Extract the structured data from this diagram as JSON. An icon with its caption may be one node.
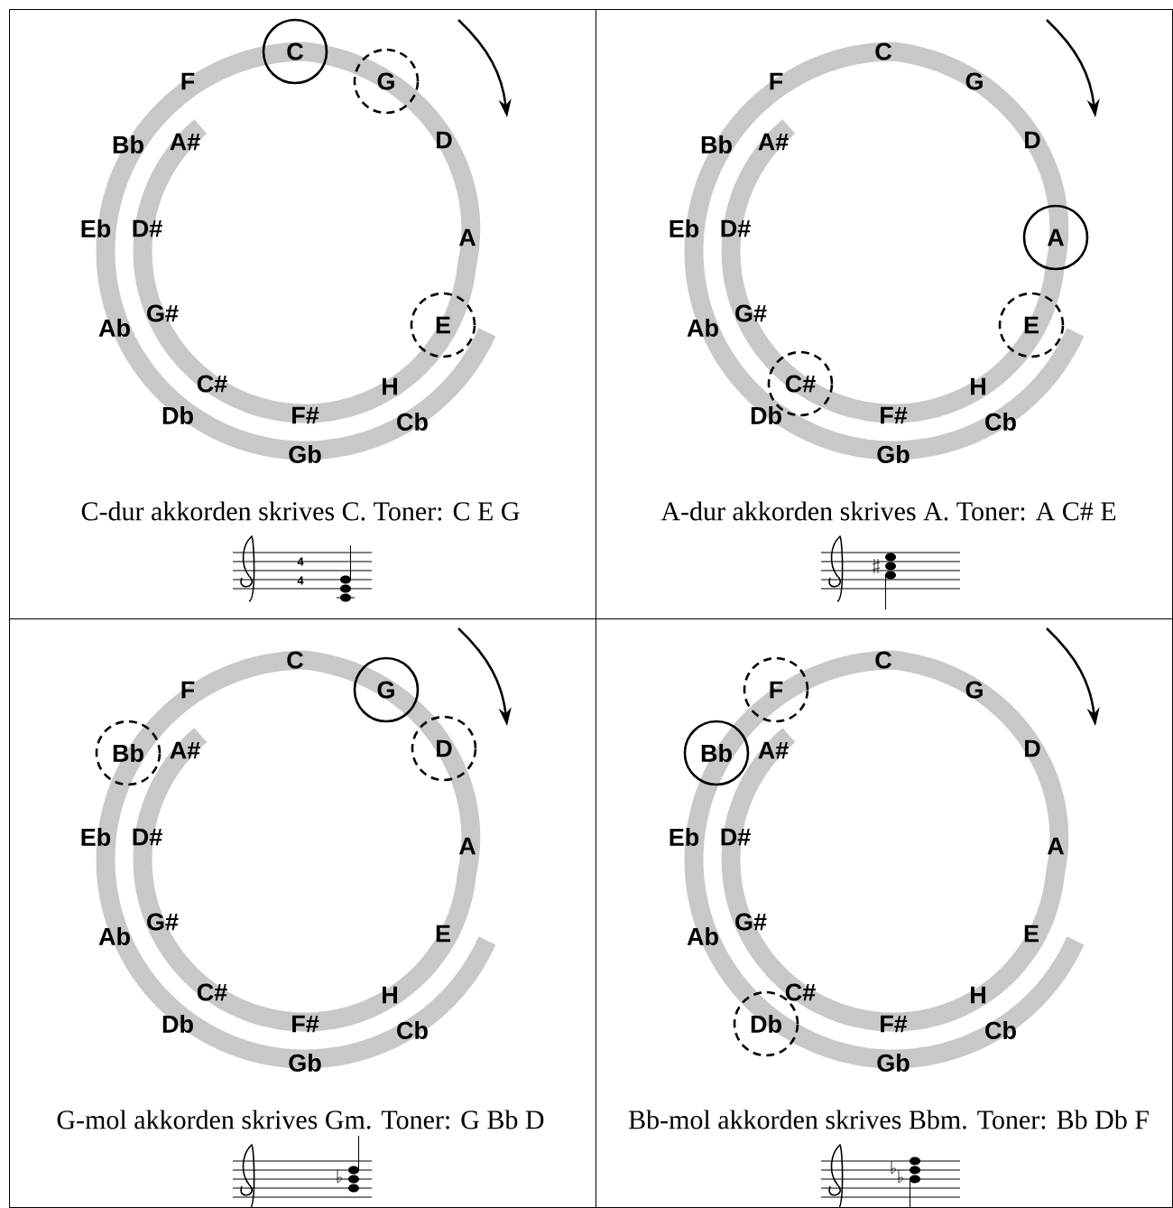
{
  "diagram": {
    "nodes": [
      {
        "text": [
          "C-dur akkorden skrives C. Toner: C E G"
        ]
      },
      {
        "text": [
          "C"
        ],
        "in": 0
      },
      {
        "text": [
          "G"
        ],
        "in": 0
      },
      {
        "text": [
          "E"
        ],
        "in": 0
      },
      {
        "text": [
          "A-dur akkorden skrives A. Toner: A C# E"
        ]
      },
      {
        "text": [
          "A"
        ],
        "in": 4
      },
      {
        "text": [
          "E"
        ],
        "in": 4
      },
      {
        "text": [
          "C#"
        ],
        "in": 4
      },
      {
        "text": [
          "G-mol akkorden skrives Gm. Toner: G Bb D"
        ]
      },
      {
        "text": [
          "G"
        ],
        "in": 8
      },
      {
        "text": [
          "Bb"
        ],
        "in": 8
      },
      {
        "text": [
          "D"
        ],
        "in": 8
      },
      {
        "text": [
          "Bb-mol akkorden skrives Bbm. Toner: Bb Db F"
        ]
      },
      {
        "text": [
          "F"
        ],
        "in": 12
      },
      {
        "text": [
          "Bb"
        ],
        "in": 12
      },
      {
        "text": [
          "Db"
        ],
        "in": 12
      }
    ],
    "labels": [
      "F",
      "Bb",
      "A#",
      "D",
      "Eb",
      "D#",
      "A",
      "Ab",
      "G#",
      "C#",
      "H",
      "Db",
      "F#",
      "Cb",
      "Gb",
      "C",
      "F",
      "G",
      "Bb",
      "A#",
      "D",
      "Eb",
      "D#",
      "Ab",
      "G#",
      "H",
      "Db",
      "F#",
      "Cb",
      "Gb",
      "C",
      "F",
      "A#",
      "Eb",
      "D#",
      "A",
      "Ab",
      "G#",
      "E",
      "C#",
      "H",
      "Db",
      "F#",
      "Cb",
      "Gb",
      "C",
      "G",
      "A#",
      "D",
      "Eb",
      "D#",
      "A",
      "Ab",
      "G#",
      "E",
      "C#",
      "H",
      "F#",
      "Cb",
      "Gb",
      "4",
      "4"
    ]
  }
}
